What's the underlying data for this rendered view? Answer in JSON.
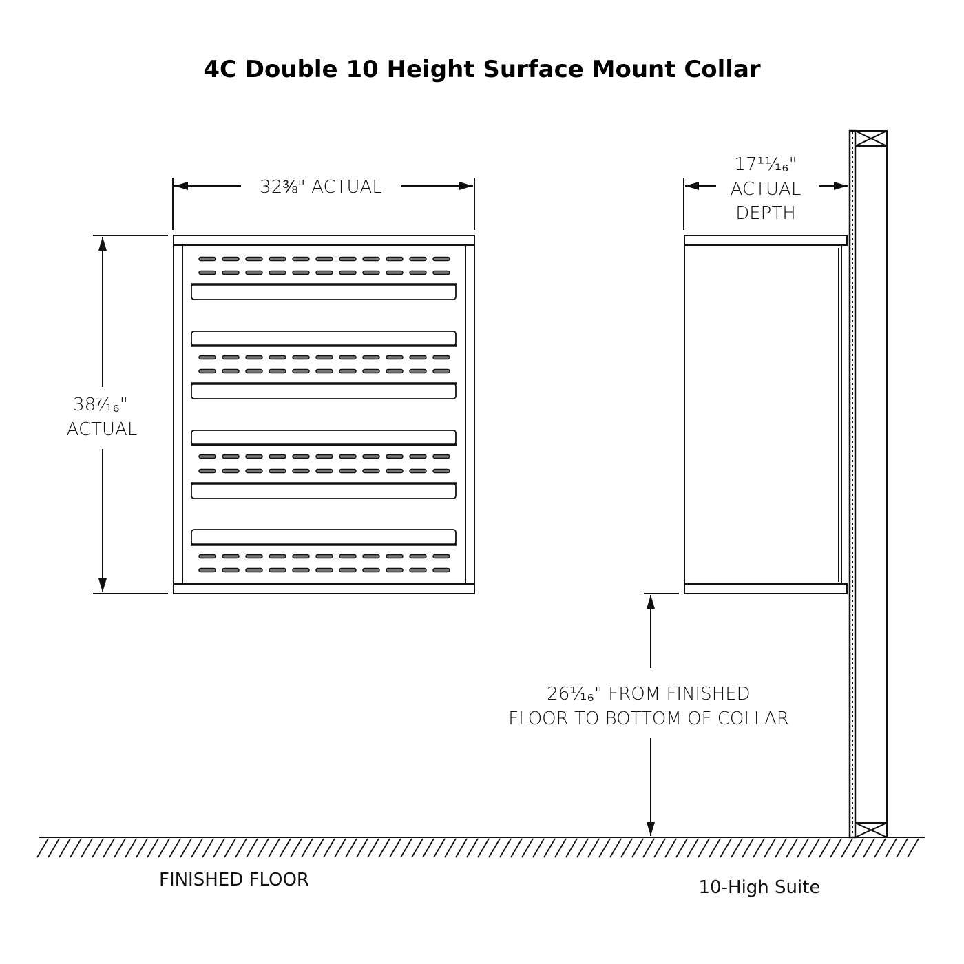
{
  "title": "4C Double 10 Height Surface Mount Collar",
  "dimensions": {
    "width": "32⅜\" ACTUAL",
    "height_value": "38⁷⁄₁₆\"",
    "height_label": "ACTUAL",
    "depth_value": "17¹¹⁄₁₆\"",
    "depth_label1": "ACTUAL",
    "depth_label2": "DEPTH",
    "floor_line1": "26¹⁄₁₆\"  FROM FINISHED",
    "floor_line2": "FLOOR TO BOTTOM OF COLLAR"
  },
  "labels": {
    "floor": "FINISHED FLOOR",
    "suite": "10-High Suite"
  }
}
